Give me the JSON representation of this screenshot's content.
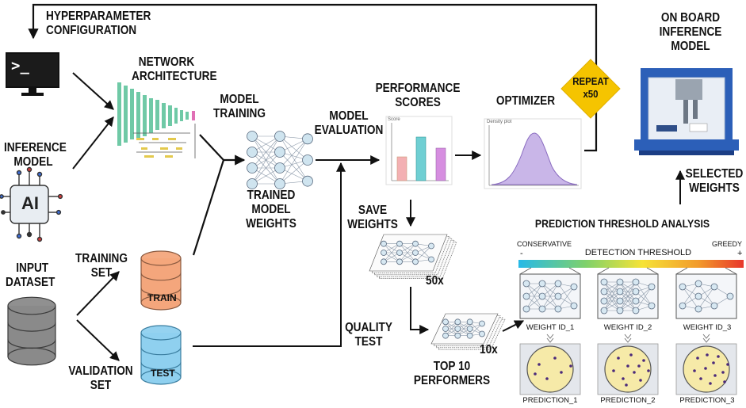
{
  "labels": {
    "hyperparameter": [
      "HYPERPARAMETER",
      "CONFIGURATION"
    ],
    "network": [
      "NETWORK",
      "ARCHITECTURE"
    ],
    "inference": [
      "INFERENCE",
      "MODEL"
    ],
    "model_training": [
      "MODEL",
      "TRAINING"
    ],
    "trained": [
      "TRAINED",
      "MODEL",
      "WEIGHTS"
    ],
    "model_eval": [
      "MODEL",
      "EVALUATION"
    ],
    "performance": [
      "PERFORMANCE",
      "SCORES"
    ],
    "optimizer": "OPTIMIZER",
    "repeat": [
      "REPEAT",
      "x50"
    ],
    "onboard": [
      "ON BOARD",
      "INFERENCE",
      "MODEL"
    ],
    "selected": [
      "SELECTED",
      "WEIGHTS"
    ],
    "save": [
      "SAVE",
      "WEIGHTS"
    ],
    "count50": "50x",
    "count10": "10x",
    "quality": [
      "QUALITY",
      "TEST"
    ],
    "top10": [
      "TOP 10",
      "PERFORMERS"
    ],
    "input_dataset": [
      "INPUT",
      "DATASET"
    ],
    "training_set": [
      "TRAINING",
      "SET"
    ],
    "validation_set": [
      "VALIDATION",
      "SET"
    ],
    "train_db": "TRAIN",
    "test_db": "TEST",
    "pta": "PREDICTION THRESHOLD ANALYSIS",
    "conservative": "CONSERVATIVE",
    "greedy": "GREEDY",
    "detection": "DETECTION THRESHOLD",
    "minus": "-",
    "plus": "+",
    "weight_ids": [
      "WEIGHT ID_1",
      "WEIGHT ID_2",
      "WEIGHT ID_3"
    ],
    "predictions": [
      "PREDICTION_1",
      "PREDICTION_2",
      "PREDICTION_3"
    ],
    "score": "Score",
    "density": "Density plot",
    "terminal": ">_",
    "ai": "AI"
  },
  "colors": {
    "repeat_diamond": "#f5c400",
    "train_db": "#f4a67c",
    "test_db": "#8fd0ef",
    "dataset_db": "#8a8a8a",
    "network_green": "#6fc9a6",
    "bar_red": "#f3b0b3",
    "bar_teal": "#6fcfd3",
    "bar_purple": "#d68ee0",
    "density_fill": "#c9b6e8",
    "petri": "#f6eaa8",
    "gradient": [
      "#27b9e8",
      "#7fd16a",
      "#f6e337",
      "#f29a2b",
      "#e8362b"
    ]
  },
  "icons": [
    "terminal-icon",
    "ai-chip-icon",
    "database-icon",
    "neural-network-icon",
    "printer-robot-icon",
    "petri-dish-icon"
  ]
}
